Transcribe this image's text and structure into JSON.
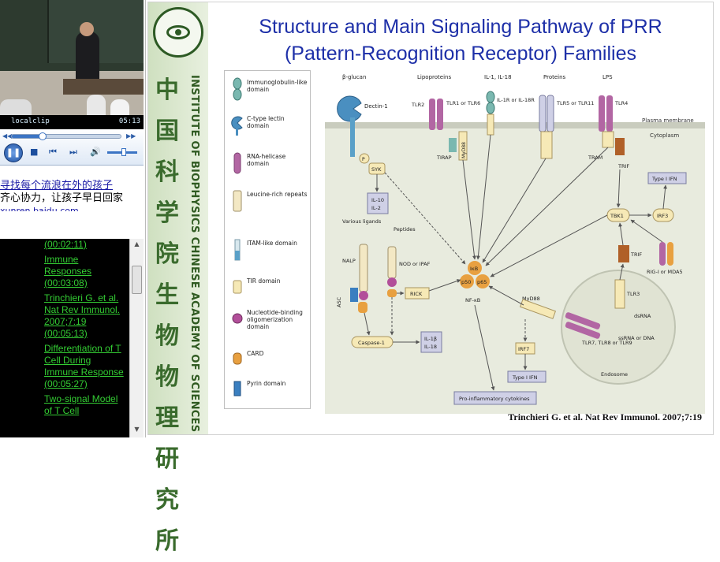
{
  "player": {
    "clip_name": "localclip",
    "time": "05:13",
    "seek_progress": 0.28,
    "volume_level": 0.55
  },
  "links": {
    "link1": "寻找每个流浪在外的孩子",
    "plain1": "齐心协力，让孩子早日回家",
    "url": "xunren.baidu.com"
  },
  "toc": {
    "items": [
      {
        "label": "(00:02:11)"
      },
      {
        "label": "Immune Responses (00:03:08)"
      },
      {
        "label": "Trinchieri G. et al. Nat Rev Immunol. 2007;7:19 (00:05:13)"
      },
      {
        "label": "Differentiation of T Cell During Immune Response (00:05:27)"
      },
      {
        "label": "Two-signal Model of T Cell"
      }
    ]
  },
  "slide": {
    "title_line1": "Structure and Main Signaling Pathway of PRR",
    "title_line2": "(Pattern-Recognition Receptor) Families",
    "banner_chinese": "中国科学院生物物理研究所",
    "banner_english": "INSTITUTE OF BIOPHYSICS CHINESE ACADEMY OF SCIENCES",
    "citation": "Trinchieri G. et al. Nat Rev Immunol. 2007;7:19",
    "legend": [
      {
        "label": "Immunoglobulin-like domain",
        "color": "#7ab8b0",
        "icon": "ig-like-icon"
      },
      {
        "label": "C-type lectin domain",
        "color": "#4a8fc0",
        "icon": "lectin-icon"
      },
      {
        "label": "RNA-helicase domain",
        "color": "#b266a3",
        "icon": "helicase-icon"
      },
      {
        "label": "Leucine-rich repeats",
        "color": "#f3e8c4",
        "icon": "lrr-icon"
      },
      {
        "label": "ITAM-like domain",
        "color": "#5aa0c8",
        "icon": "itam-icon"
      },
      {
        "label": "TIR domain",
        "color": "#f6e9b6",
        "icon": "tir-icon"
      },
      {
        "label": "Nucleotide-binding oligomerization domain",
        "color": "#b24f9a",
        "icon": "nod-icon"
      },
      {
        "label": "CARD",
        "color": "#e8a040",
        "icon": "card-icon"
      },
      {
        "label": "Pyrin domain",
        "color": "#3a7fc0",
        "icon": "pyrin-icon"
      }
    ],
    "diagram": {
      "top_ligands": [
        "β-glucan",
        "Lipoproteins",
        "IL-1, IL-18",
        "Proteins",
        "LPS"
      ],
      "receptors": [
        "Dectin-1",
        "TLR2",
        "TLR1 or TLR6",
        "IL-1R or IL-18R",
        "TLR5 or TLR11",
        "TLR4"
      ],
      "adaptors": [
        "TIRAP",
        "MyD88",
        "TRAM",
        "TRIF"
      ],
      "membrane_label": "Plasma membrane",
      "cytoplasm_label": "Cytoplasm",
      "nodes": {
        "syk": "SYK",
        "p": "P",
        "il10": "IL-10",
        "il2": "IL-2",
        "various_ligands": "Various ligands",
        "peptides": "Peptides",
        "nalp": "NALP",
        "nod": "NOD or IPAF",
        "asc": "ASC",
        "rick": "RICK",
        "caspase": "Caspase-1",
        "il1b": "IL-1β",
        "il18": "IL-18",
        "ikb": "IκB",
        "p50": "p50",
        "p65": "p65",
        "nfkb": "NF-κB",
        "myd88": "MyD88",
        "irf7": "IRF7",
        "type1ifn_a": "Type I IFN",
        "type1ifn_b": "Type I IFN",
        "tbk1": "TBK1",
        "irf3": "IRF3",
        "trif2": "TRIF",
        "rigi": "RIG-I or MDA5",
        "tlr3": "TLR3",
        "dsrna": "dsRNA",
        "tlr789": "TLR7, TLR8 or TLR9",
        "ssrna": "ssRNA or DNA",
        "endosome": "Endosome",
        "cytokines": "Pro-inflammatory cytokines"
      }
    }
  }
}
